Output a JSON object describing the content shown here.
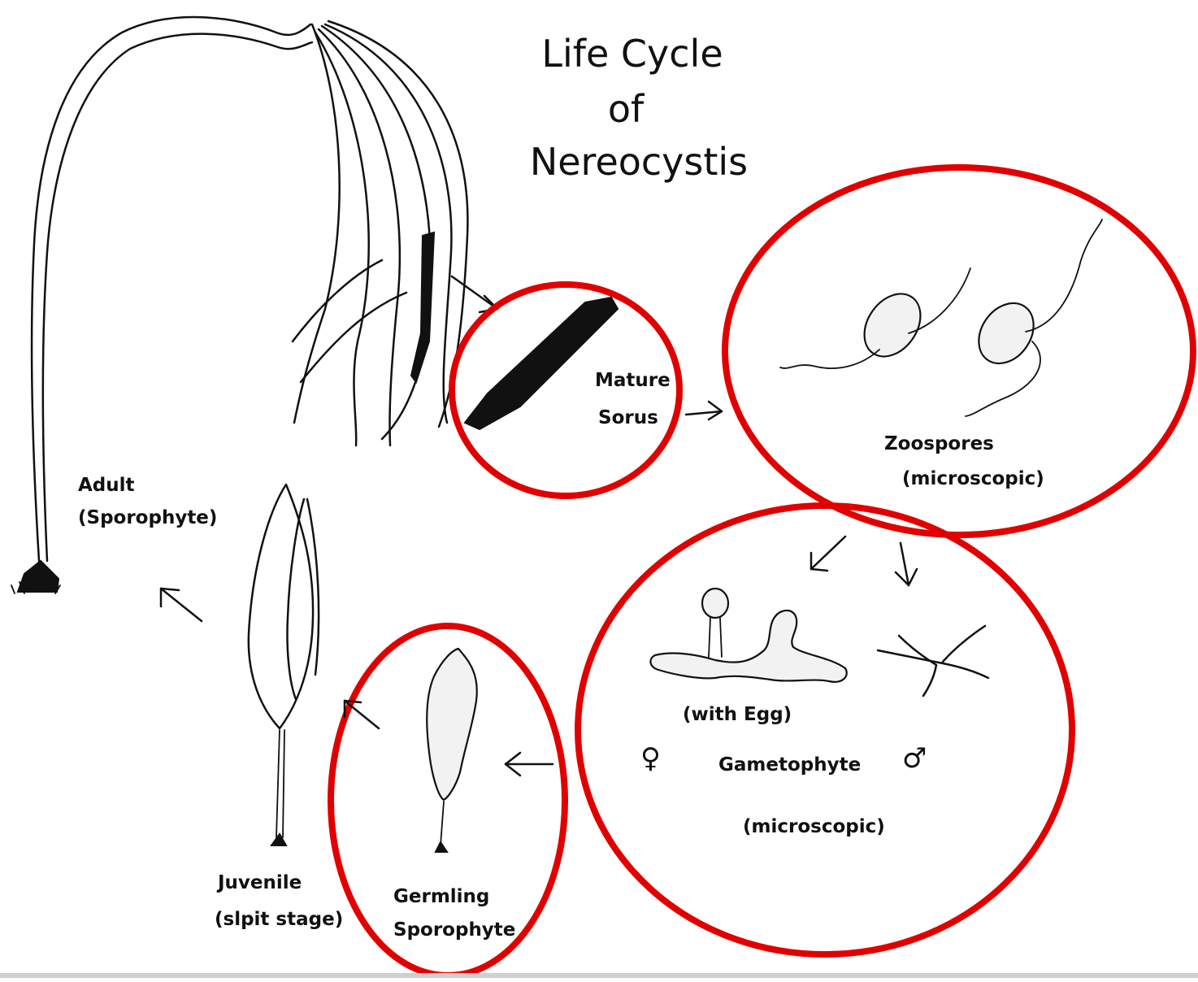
{
  "title": {
    "line1": "Life Cycle",
    "line2": "of",
    "line3": "Nereocystis"
  },
  "stages": {
    "adult": {
      "line1": "Adult",
      "line2": "(Sporophyte)"
    },
    "sorus": {
      "line1": "Mature",
      "line2": "Sorus"
    },
    "zoospores": {
      "line1": "Zoospores",
      "line2": "(microscopic)"
    },
    "gametophyte": {
      "egg_label": "(with Egg)",
      "female_symbol": "♀",
      "name": "Gametophyte",
      "male_symbol": "♂",
      "note": "(microscopic)"
    },
    "germling": {
      "line1": "Germling",
      "line2": "Sporophyte"
    },
    "juvenile": {
      "line1": "Juvenile",
      "line2": "(slpit stage)"
    }
  },
  "colors": {
    "highlight_ring": "#e10000",
    "ink": "#111111"
  }
}
